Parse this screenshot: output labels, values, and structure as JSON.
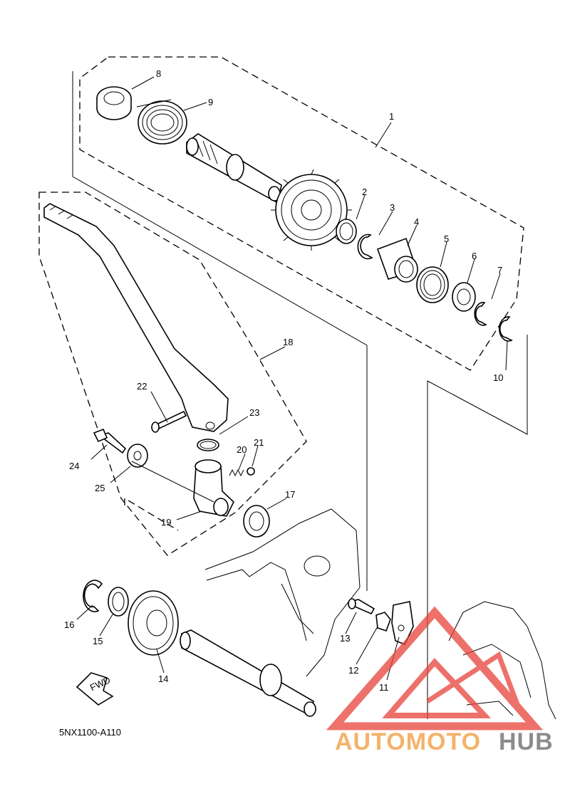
{
  "diagram": {
    "code": "5NX1100-A110",
    "fwd_label": "FWD",
    "callouts": [
      "1",
      "2",
      "3",
      "4",
      "5",
      "6",
      "7",
      "8",
      "9",
      "10",
      "11",
      "12",
      "13",
      "14",
      "15",
      "16",
      "17",
      "18",
      "19",
      "20",
      "21",
      "22",
      "23",
      "24",
      "25"
    ]
  },
  "watermark": {
    "part1": "AUTOMOTO",
    "part2": "HUB",
    "color_primary": "#f2b36a",
    "color_secondary": "#8c8c8c",
    "triangle_color": "#e8423a"
  }
}
